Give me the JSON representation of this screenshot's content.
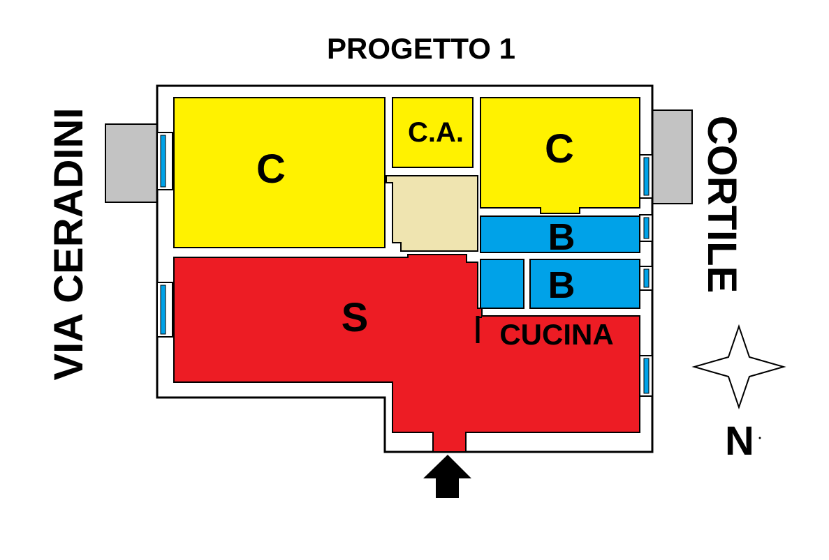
{
  "title": "PROGETTO 1",
  "street_label": "VIA CERADINI",
  "courtyard_label": "CORTILE",
  "north_label": "N",
  "rooms": {
    "bedroom_left": "C",
    "closet": "C.A.",
    "bedroom_right": "C",
    "bath_upper": "B",
    "bath_lower": "B",
    "living": "S",
    "kitchen": "CUCINA"
  },
  "colors": {
    "bedroom": "#fff200",
    "living": "#ed1c24",
    "bath": "#00a2e8",
    "hallway": "#efe4b0",
    "balcony": "#c3c3c3",
    "window": "#00a2e8",
    "wall": "#000000"
  }
}
